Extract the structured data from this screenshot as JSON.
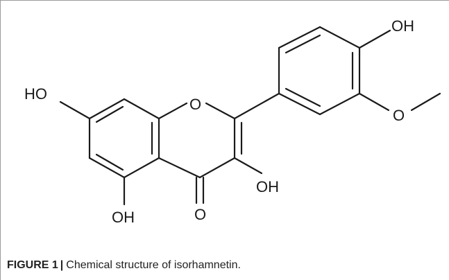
{
  "figure": {
    "caption_label": "FIGURE 1",
    "caption_separator": "|",
    "caption_text": "Chemical structure of isorhamnetin."
  },
  "structure": {
    "labels": {
      "ho_left": "HO",
      "ring_oxygen": "O",
      "oh_top": "OH",
      "methoxy_oxygen": "O",
      "oh_c3": "OH",
      "oh_c5": "OH",
      "carbonyl_oxygen": "O"
    }
  }
}
